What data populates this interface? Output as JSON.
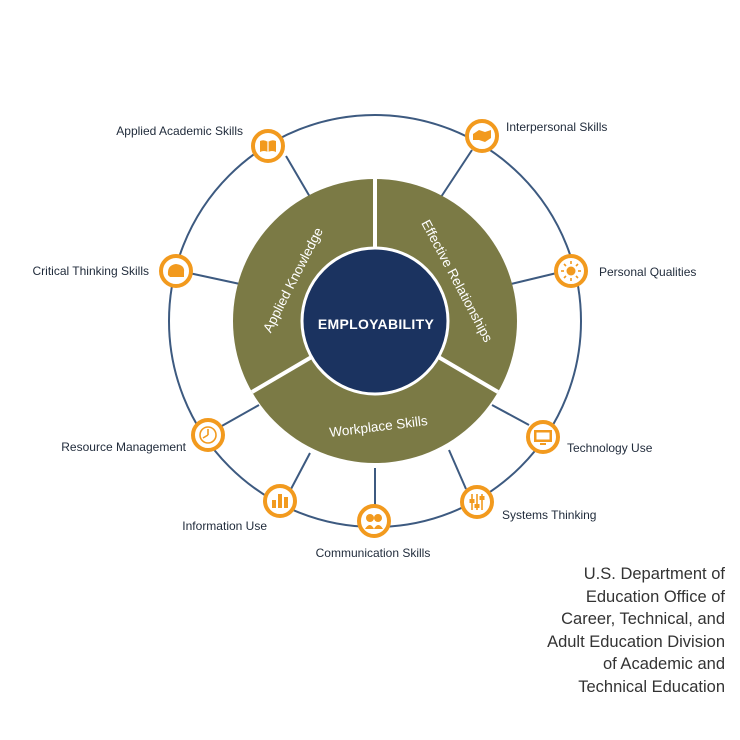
{
  "center": {
    "label": "EMPLOYABILITY"
  },
  "segments": [
    {
      "label": "Applied Knowledge"
    },
    {
      "label": "Effective Relationships"
    },
    {
      "label": "Workplace Skills"
    }
  ],
  "skills": [
    {
      "label": "Applied Academic Skills",
      "icon": "book-icon"
    },
    {
      "label": "Interpersonal Skills",
      "icon": "handshake-icon"
    },
    {
      "label": "Personal Qualities",
      "icon": "sun-icon"
    },
    {
      "label": "Critical Thinking Skills",
      "icon": "head-icon"
    },
    {
      "label": "Resource Management",
      "icon": "clock-icon"
    },
    {
      "label": "Technology Use",
      "icon": "monitor-icon"
    },
    {
      "label": "Systems Thinking",
      "icon": "sliders-icon"
    },
    {
      "label": "Information Use",
      "icon": "bar-chart-icon"
    },
    {
      "label": "Communication Skills",
      "icon": "people-talking-icon"
    }
  ],
  "source": {
    "lines": [
      "U.S. Department of",
      "Education Office of",
      "Career, Technical, and",
      "Adult Education Division",
      "of Academic and",
      "Technical Education"
    ]
  },
  "colors": {
    "ring": "#3d5a80",
    "segment": "#7b7a45",
    "center": "#1b3360",
    "icon": "#f29a1e"
  }
}
